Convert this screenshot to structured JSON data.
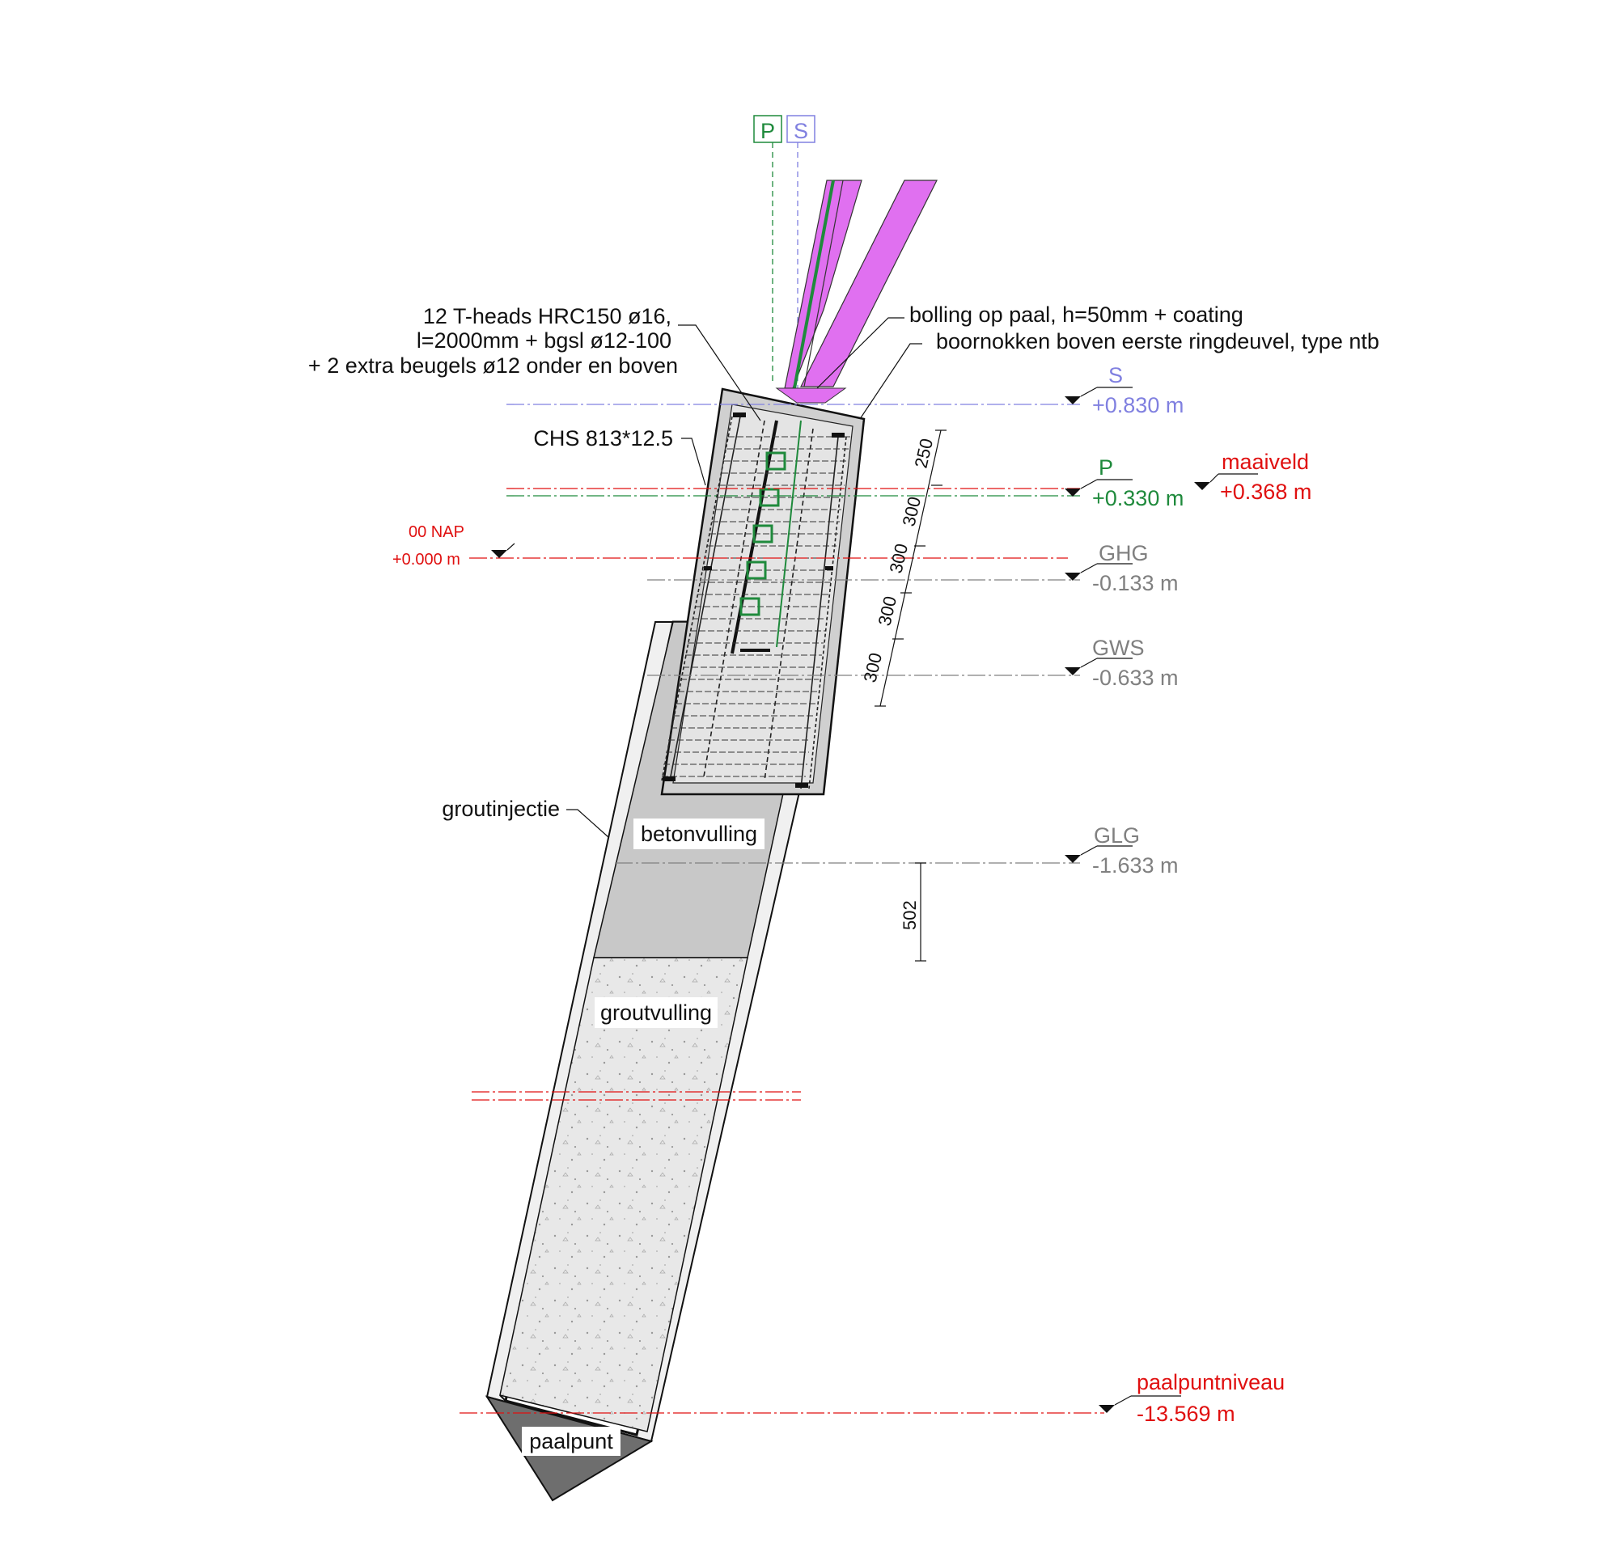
{
  "axis_tags": {
    "p": "P",
    "s": "S"
  },
  "annotations": {
    "t_heads_line1": "12 T-heads HRC150 ø16,",
    "t_heads_line2": "l=2000mm + bgsl ø12-100",
    "t_heads_line3": "+ 2 extra beugels ø12 onder en boven",
    "bolling": "bolling op paal, h=50mm + coating",
    "boornokken": "boornokken boven eerste ringdeuvel, type ntb",
    "chs": "CHS 813*12.5",
    "groutinjectie": "groutinjectie",
    "betonvulling": "betonvulling",
    "groutvulling": "groutvulling",
    "paalpunt": "paalpunt"
  },
  "levels": {
    "s": {
      "name": "S",
      "value": "+0.830 m"
    },
    "p": {
      "name": "P",
      "value": "+0.330 m"
    },
    "maaiveld": {
      "name": "maaiveld",
      "value": "+0.368 m"
    },
    "nap": {
      "name": "00 NAP",
      "value": "+0.000 m"
    },
    "ghg": {
      "name": "GHG",
      "value": "-0.133 m"
    },
    "gws": {
      "name": "GWS",
      "value": "-0.633 m"
    },
    "glg": {
      "name": "GLG",
      "value": "-1.633 m"
    },
    "paalpunt": {
      "name": "paalpuntniveau",
      "value": "-13.569 m"
    }
  },
  "dimensions": {
    "d1": "250",
    "d2": "300",
    "d3": "300",
    "d4": "300",
    "d5": "300",
    "d6": "502"
  },
  "colors": {
    "green": "#1f8a3c",
    "violet": "#8080e0",
    "red": "#e01010",
    "grey": "#808080",
    "magenta": "#e070f0",
    "concrete": "#c8c8c8",
    "grout": "#e6e6e6",
    "tip": "#707070"
  }
}
